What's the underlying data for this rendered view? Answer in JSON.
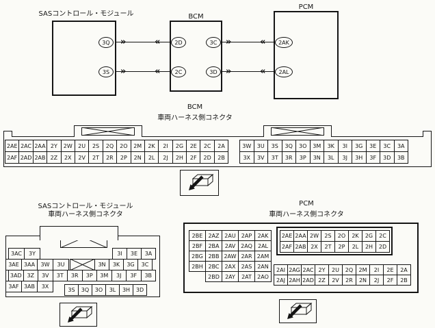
{
  "wiring": {
    "sas": {
      "title": "SASコントロール・モジュール",
      "terminals": [
        "3Q",
        "3S"
      ]
    },
    "bcm": {
      "title": "BCM",
      "terminals_left": [
        "2D",
        "2C"
      ],
      "terminals_right": [
        "3C",
        "3D"
      ]
    },
    "pcm": {
      "title": "PCM",
      "terminals": [
        "2AK",
        "2AL"
      ]
    },
    "chevron_out": "»",
    "chevron_in": "«"
  },
  "bcm_connector": {
    "title": "BCM",
    "subtitle": "車両ハーネス側コネクタ",
    "left_grid": [
      [
        "2AE",
        "2AC",
        "2AA",
        "2Y",
        "2W",
        "2U",
        "2S",
        "2Q",
        "2O",
        "2M",
        "2K",
        "2I",
        "2G",
        "2E",
        "2C",
        "2A"
      ],
      [
        "2AF",
        "2AD",
        "2AB",
        "2Z",
        "2X",
        "2V",
        "2T",
        "2R",
        "2P",
        "2N",
        "2L",
        "2J",
        "2H",
        "2F",
        "2D",
        "2B"
      ]
    ],
    "right_grid": [
      [
        "3W",
        "3U",
        "3S",
        "3Q",
        "3O",
        "3M",
        "3K",
        "3I",
        "3G",
        "3E",
        "3C",
        "3A"
      ],
      [
        "3X",
        "3V",
        "3T",
        "3R",
        "3P",
        "3N",
        "3L",
        "3J",
        "3H",
        "3F",
        "3D",
        "3B"
      ]
    ]
  },
  "sas_connector": {
    "title": "SASコントロール・モジュール",
    "subtitle": "車両ハーネス側コネクタ",
    "row1_left": [
      "3AC",
      "3Y"
    ],
    "row1_right": [
      "3I",
      "3E",
      "3A"
    ],
    "row2_left": [
      "3AE",
      "3AA",
      "3W",
      "3U"
    ],
    "row2_right": [
      "3N",
      "3K",
      "3G",
      "3C"
    ],
    "row3": [
      "3AD",
      "3Z",
      "3V",
      "3T",
      "3R",
      "3P",
      "3M",
      "3J",
      "3F",
      "3B"
    ],
    "row4_left": [
      "3AF",
      "3AB",
      "3X"
    ],
    "row4_right": [
      "3S",
      "3Q",
      "3O",
      "3L",
      "3H",
      "3D"
    ]
  },
  "pcm_connector": {
    "title": "PCM",
    "subtitle": "車両ハーネス側コネクタ",
    "left_grid": [
      [
        "2BE",
        "2AZ",
        "2AU",
        "2AP",
        "2AK"
      ],
      [
        "2BF",
        "2BA",
        "2AV",
        "2AQ",
        "2AL"
      ],
      [
        "2BG",
        "2BB",
        "2AW",
        "2AR",
        "2AM"
      ],
      [
        "2BH",
        "2BC",
        "2AX",
        "2AS",
        "2AN"
      ],
      [
        "2BD",
        "2AY",
        "2AT",
        "2AO"
      ]
    ],
    "right_highlight_grid": [
      [
        "2AE",
        "2AA",
        "2W",
        "2S",
        "2O",
        "2K",
        "2G",
        "2C"
      ],
      [
        "2AF",
        "2AB",
        "2X",
        "2T",
        "2P",
        "2L",
        "2H",
        "2D"
      ]
    ],
    "right_grid": [
      [
        "2AI",
        "2AG",
        "2AC",
        "2Y",
        "2U",
        "2Q",
        "2M",
        "2I",
        "2E",
        "2A"
      ],
      [
        "2AJ",
        "2AH",
        "2AD",
        "2Z",
        "2V",
        "2R",
        "2N",
        "2J",
        "2F",
        "2B"
      ]
    ]
  }
}
